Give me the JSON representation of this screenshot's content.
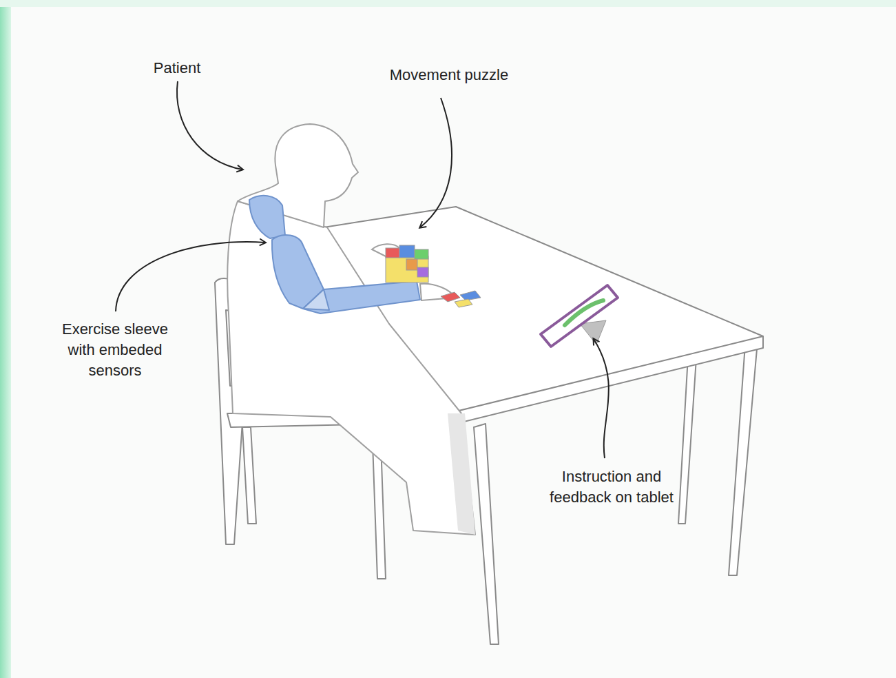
{
  "diagram": {
    "labels": [
      "Patient",
      "Movement puzzle",
      "Exercise sleeve with embeded sensors",
      "Instruction and feedback on tablet"
    ]
  }
}
